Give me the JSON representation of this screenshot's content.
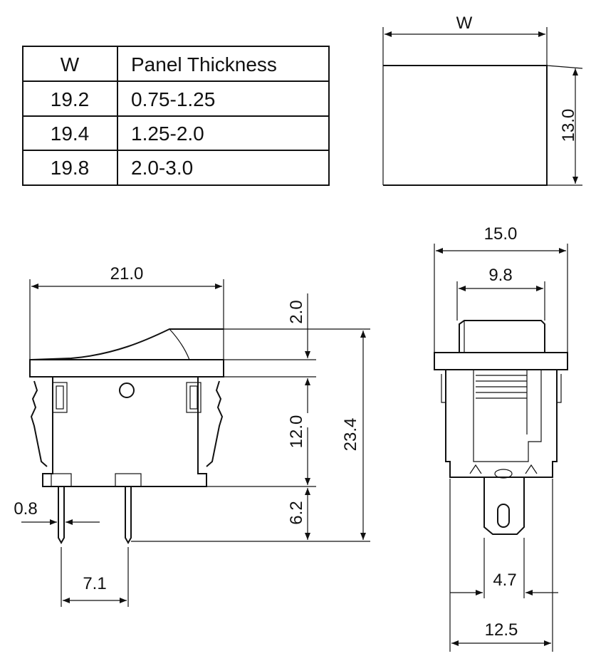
{
  "table": {
    "headers": [
      "W",
      "Panel Thickness"
    ],
    "rows": [
      [
        "19.2",
        "0.75-1.25"
      ],
      [
        "19.4",
        "1.25-2.0"
      ],
      [
        "19.8",
        "2.0-3.0"
      ]
    ]
  },
  "cutout": {
    "width_label": "W",
    "height_label": "13.0"
  },
  "side_view": {
    "width": "21.0",
    "actuator_height": "2.0",
    "body_height": "12.0",
    "total_height": "23.4",
    "terminal_length": "6.2",
    "terminal_thickness": "0.8",
    "terminal_spacing": "7.1"
  },
  "front_view": {
    "width": "15.0",
    "actuator_width": "9.8",
    "terminal_width": "4.7",
    "base_width": "12.5"
  }
}
